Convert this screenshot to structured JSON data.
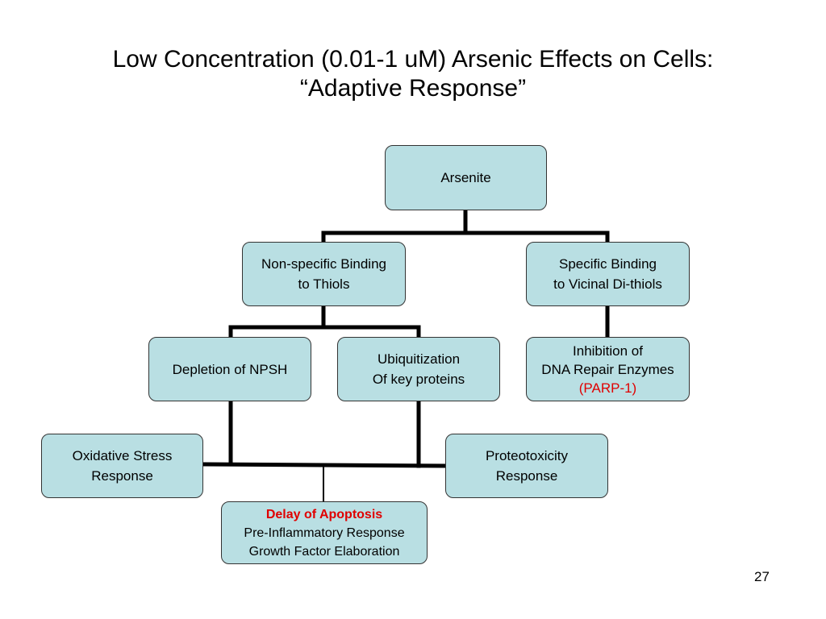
{
  "slide": {
    "title_line1": "Low Concentration (0.01-1 uM) Arsenic Effects on Cells:",
    "title_line2": "“Adaptive Response”",
    "page_number": "27"
  },
  "nodes": {
    "arsenite": "Arsenite",
    "nonspecific_line1": "Non-specific Binding",
    "nonspecific_line2": "to Thiols",
    "specific_line1": "Specific Binding",
    "specific_line2": "to Vicinal Di-thiols",
    "npsh": "Depletion of NPSH",
    "ubiq_line1": "Ubiquitization",
    "ubiq_line2": "Of key proteins",
    "dna_line1": "Inhibition of",
    "dna_line2": "DNA Repair Enzymes",
    "dna_line3": "(PARP-1)",
    "oxidative_line1": "Oxidative Stress",
    "oxidative_line2": "Response",
    "proteo_line1": "Proteotoxicity",
    "proteo_line2": "Response",
    "outcome_line1": "Delay of Apoptosis",
    "outcome_line2": "Pre-Inflammatory Response",
    "outcome_line3": "Growth Factor Elaboration"
  },
  "colors": {
    "box_fill": "#b9dfe3",
    "highlight_red": "#e00000",
    "connector": "#000000"
  }
}
